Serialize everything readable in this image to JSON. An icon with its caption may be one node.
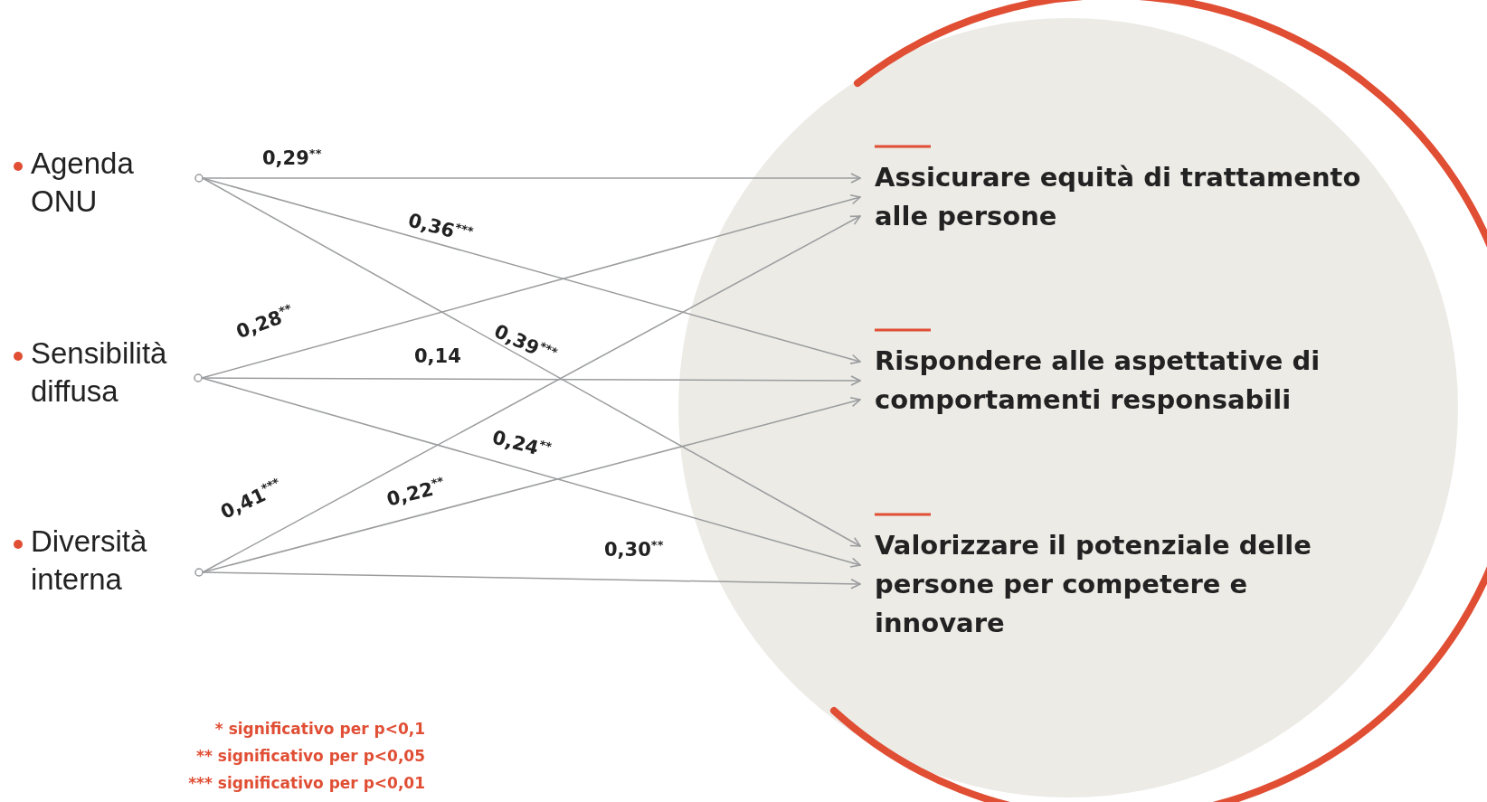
{
  "diagram": {
    "nodes": [
      {
        "text": [],
        "shape": "circle"
      },
      {
        "text": [
          "Agenda ONU"
        ]
      },
      {
        "text": [
          "Sensibilità diffusa"
        ]
      },
      {
        "text": [
          "Diversità interna"
        ]
      },
      {
        "text": [
          "Assicurare equità di trattamento alle persone"
        ],
        "in": 0
      },
      {
        "text": [
          "Rispondere alle aspettative di comportamenti responsabili"
        ],
        "in": 0
      },
      {
        "text": [
          "Valorizzare il potenziale delle persone per competere e innovare"
        ],
        "in": 0
      }
    ],
    "edges": [
      {
        "from": 1,
        "to": 4,
        "arrow": "to",
        "label": "0,29$^{**}$"
      },
      {
        "from": 1,
        "to": 5,
        "arrow": "to",
        "label": "0,36$^{***}$"
      },
      {
        "from": 1,
        "to": 6,
        "arrow": "to",
        "label": "0,39$^{***}$"
      },
      {
        "from": 2,
        "to": 4,
        "arrow": "to",
        "label": "0,28$^{**}$"
      },
      {
        "from": 2,
        "to": 5,
        "arrow": "to",
        "label": "0,14"
      },
      {
        "from": 2,
        "to": 6,
        "arrow": "to",
        "label": "0,24$^{**}$"
      },
      {
        "from": 3,
        "to": 4,
        "arrow": "to",
        "label": "0,41$^{***}$"
      },
      {
        "from": 3,
        "to": 5,
        "arrow": "to",
        "label": "0,22$^{**}$"
      },
      {
        "from": 3,
        "to": 6,
        "arrow": "to",
        "label": "0,30$^{**}$"
      }
    ],
    "labels": [
      "* significativo per p<0,1",
      "** significativo per p<0,05",
      "*** significativo per p<0,01"
    ]
  }
}
